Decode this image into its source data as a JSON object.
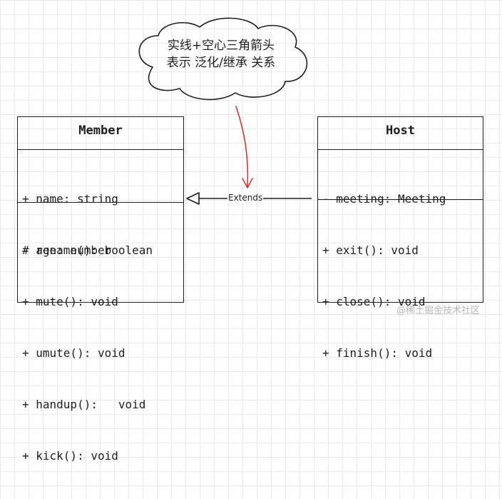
{
  "note": {
    "line1": "实线+空心三角箭头",
    "line2": "表示 泛化/继承 关系"
  },
  "member": {
    "title": "Member",
    "attributes": [
      "+ name: string",
      "# age: number"
    ],
    "methods": [
      "- rename(): boolean",
      "+ mute(): void",
      "+ umute(): void",
      "+ handup():   void",
      "+ kick(): void"
    ]
  },
  "host": {
    "title": "Host",
    "attributes": [
      "- meeting: Meeting"
    ],
    "methods": [
      "+ exit(): void",
      "+ close(): void",
      "+ finish(): void"
    ]
  },
  "relation": {
    "label": "Extends",
    "type": "generalization"
  },
  "watermark": "@稀土掘金技术社区",
  "colors": {
    "stroke": "#1e1e1e",
    "note_arrow": "#e03131",
    "grid": "#e9e9e9"
  }
}
